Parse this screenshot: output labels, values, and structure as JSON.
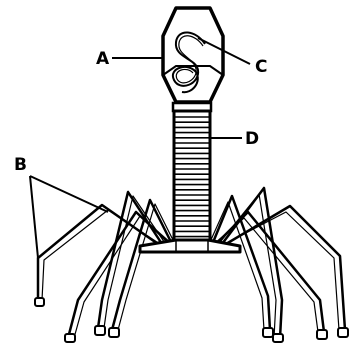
{
  "labels": {
    "a": "A",
    "b": "B",
    "c": "C",
    "d": "D"
  },
  "colors": {
    "stroke": "#000000",
    "background": "#ffffff"
  }
}
